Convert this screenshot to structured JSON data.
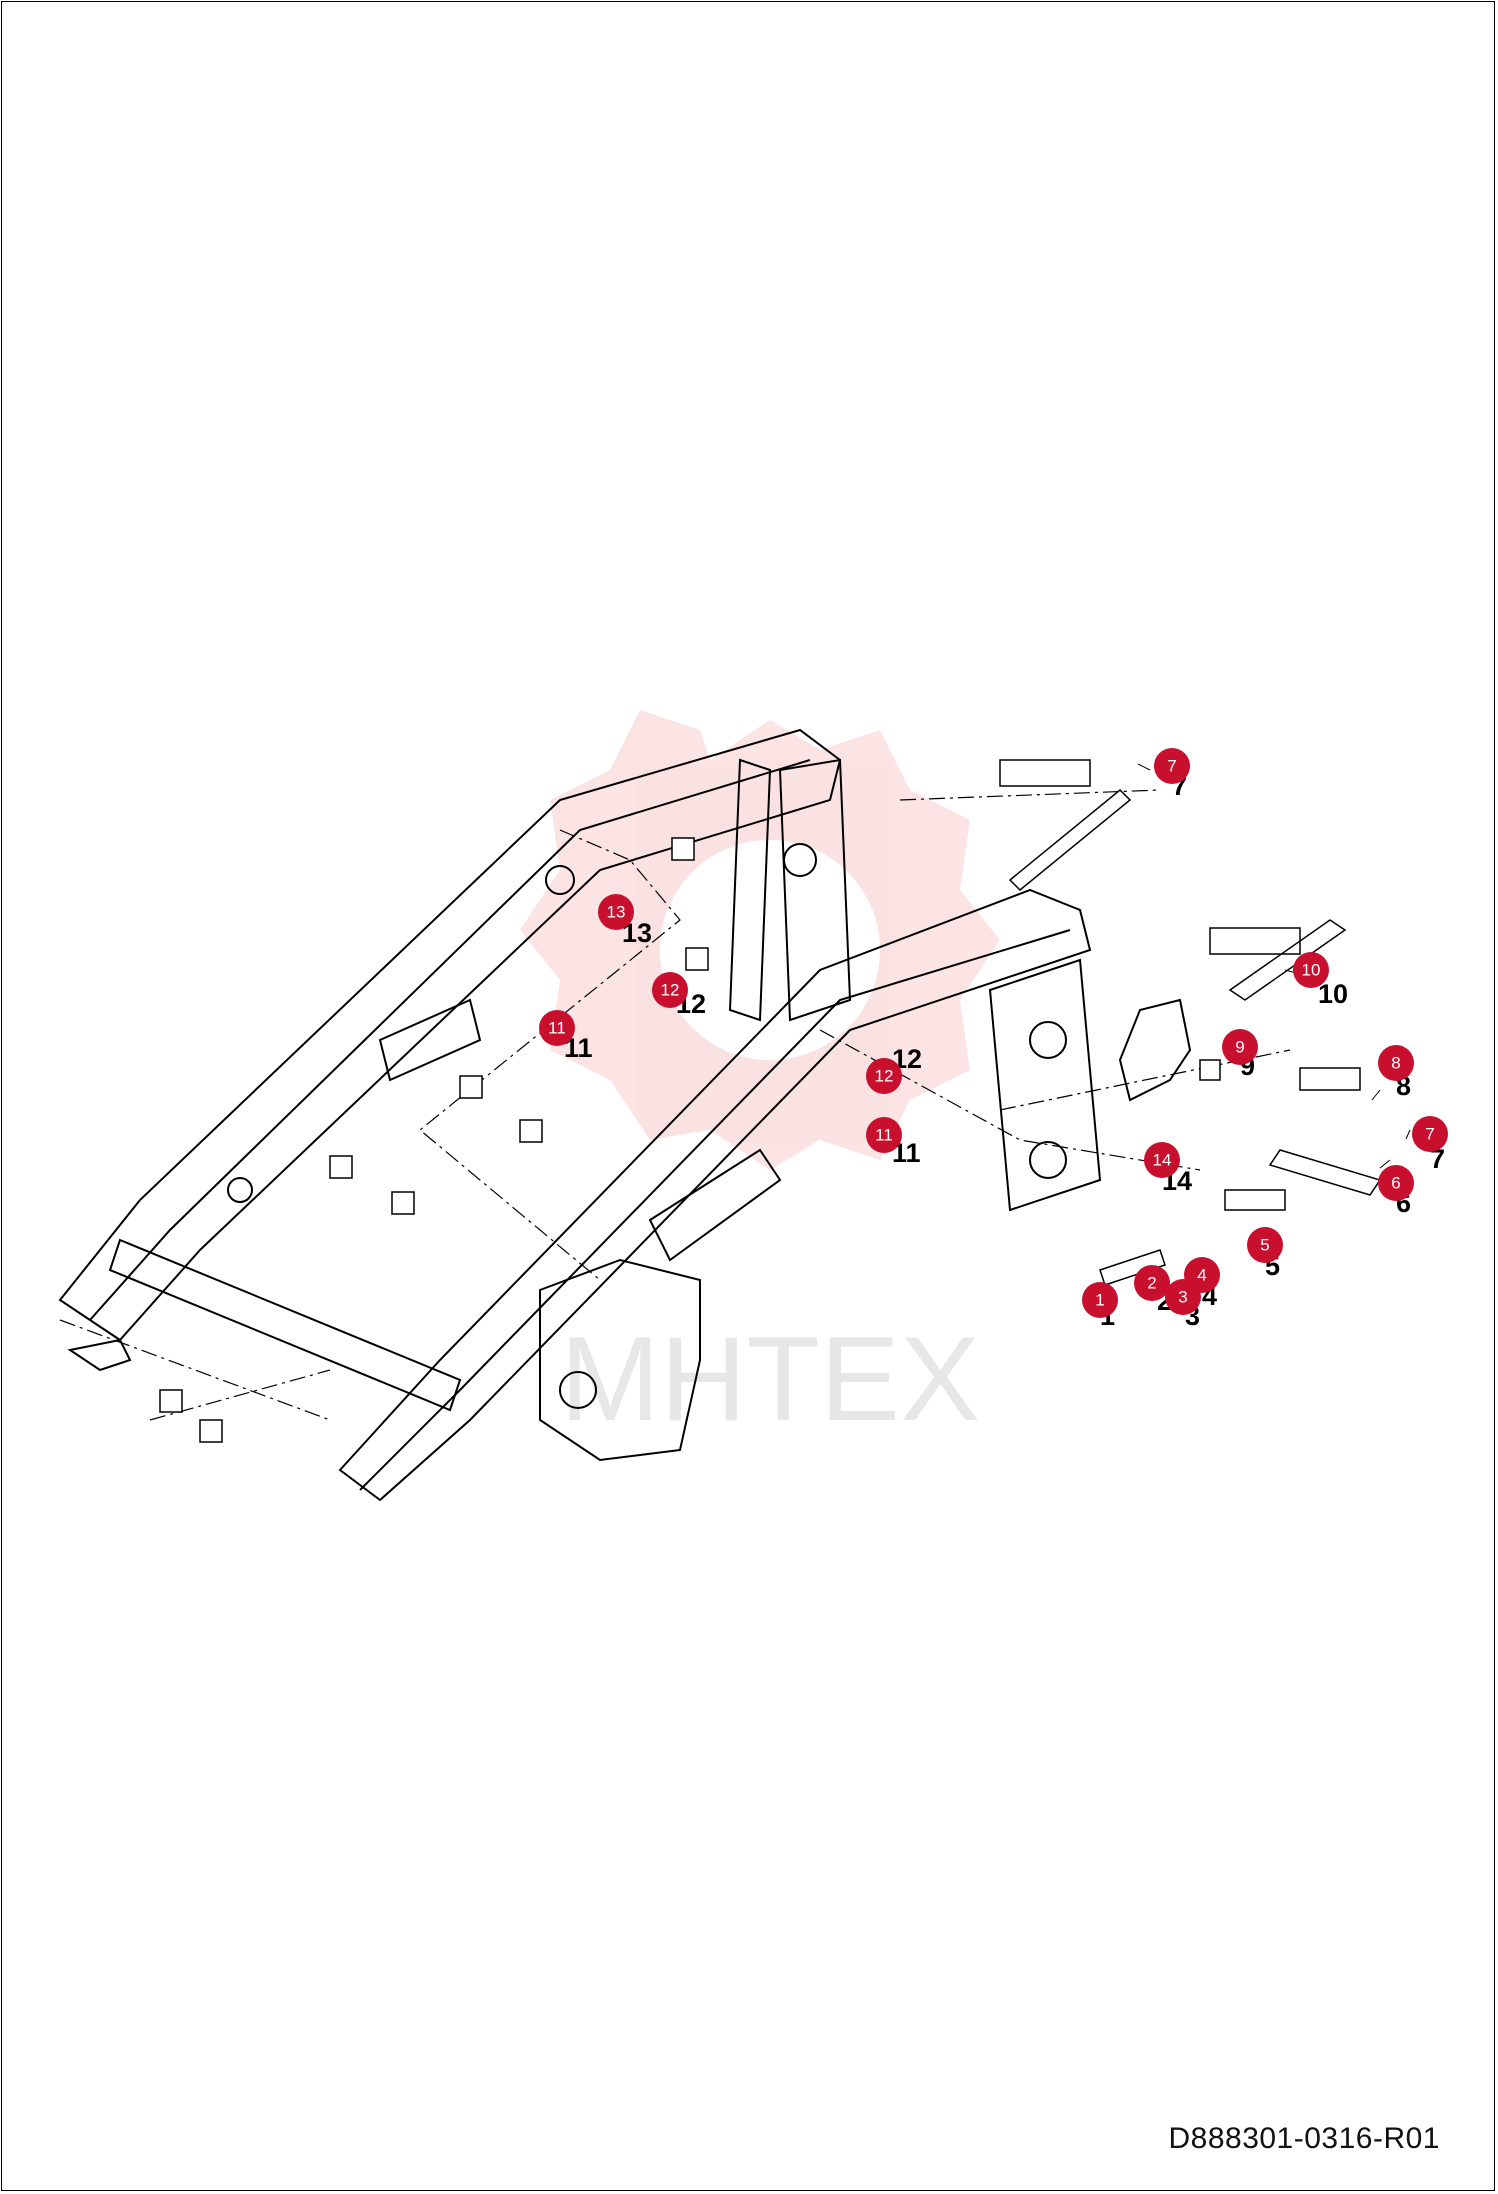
{
  "drawing_code": "D888301-0316-R01",
  "watermark": {
    "text": "MHTEX",
    "color": "#e8262c"
  },
  "callout_color": "#c8102e",
  "callouts": [
    {
      "n": "1"
    },
    {
      "n": "2"
    },
    {
      "n": "3"
    },
    {
      "n": "4"
    },
    {
      "n": "5"
    },
    {
      "n": "6"
    },
    {
      "n": "7"
    },
    {
      "n": "7"
    },
    {
      "n": "8"
    },
    {
      "n": "9"
    },
    {
      "n": "10"
    },
    {
      "n": "11"
    },
    {
      "n": "11"
    },
    {
      "n": "12"
    },
    {
      "n": "12"
    },
    {
      "n": "13"
    },
    {
      "n": "14"
    }
  ],
  "part_labels": [
    {
      "n": "1"
    },
    {
      "n": "2"
    },
    {
      "n": "3"
    },
    {
      "n": "4"
    },
    {
      "n": "5"
    },
    {
      "n": "6"
    },
    {
      "n": "7"
    },
    {
      "n": "7"
    },
    {
      "n": "8"
    },
    {
      "n": "9"
    },
    {
      "n": "10"
    },
    {
      "n": "11"
    },
    {
      "n": "11"
    },
    {
      "n": "12"
    },
    {
      "n": "12"
    },
    {
      "n": "13"
    },
    {
      "n": "14"
    }
  ]
}
